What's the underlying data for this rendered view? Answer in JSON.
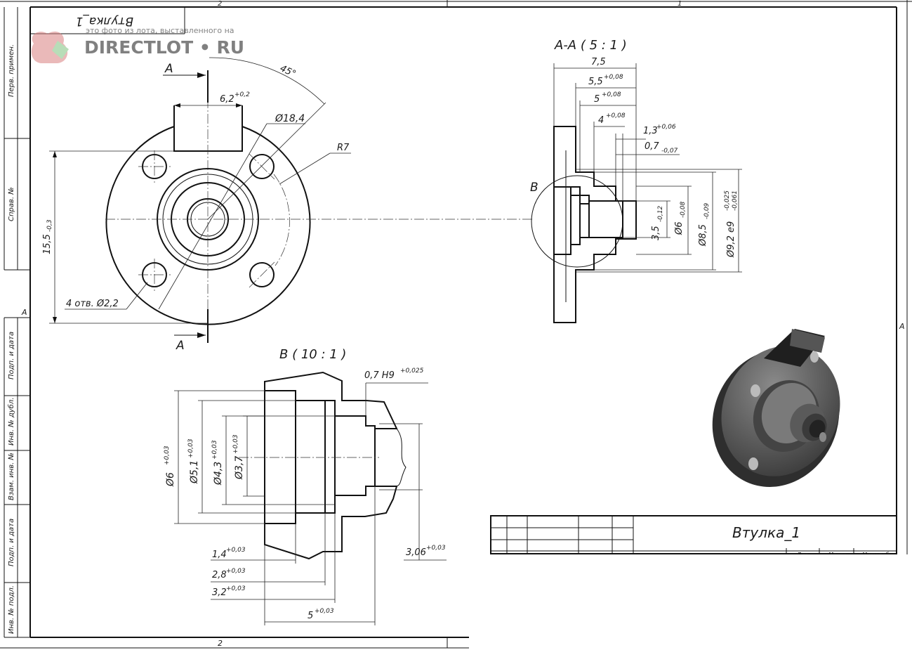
{
  "watermark": {
    "caption": "это фото из лота, выставленного на",
    "brand": "DIRECTLOT • RU"
  },
  "sheet": {
    "title_mirrored": "Втулка_1",
    "part_name": "Втулка_1",
    "zone_top_left": "2",
    "zone_top_right": "1",
    "zone_bottom": "2",
    "zone_left": "A",
    "zone_right": "A",
    "stamp_fragments": [
      "Лит",
      "Масса",
      "Масштаб"
    ]
  },
  "side_strip": [
    "Перв. примен.",
    "Справ. №",
    "Подп. и дата",
    "Инв. № дубл.",
    "Взам. инв. №",
    "Подп. и дата",
    "Инв. № подл."
  ],
  "front_view": {
    "section_mark_top": "A",
    "section_mark_bottom": "A",
    "width_dim": "6,2",
    "width_tol": "+0,2",
    "angle": "45°",
    "pcd": "Ø18,4",
    "radius": "R7",
    "height_dim": "15,5",
    "height_tol": "-0,3",
    "holes_note": "4 отв. Ø2,2"
  },
  "section_aa": {
    "title": "А-А ( 5 : 1 )",
    "d_total": "7,5",
    "d1": "5,5",
    "d1_tol": "+0,08",
    "d2": "5",
    "d2_tol": "+0,08",
    "d3": "4",
    "d3_tol": "+0,08",
    "d4": "1,3",
    "d4_tol": "+0,06",
    "d5": "0,7",
    "d5_tol": "-0,07",
    "detail_mark": "В",
    "dia1": "3,5",
    "dia1_tol": "-0,12",
    "dia2": "Ø6",
    "dia2_tol": "-0,08",
    "dia3": "Ø8,5",
    "dia3_tol": "-0,09",
    "dia4": "Ø9,2 е9",
    "dia4_tol_a": "-0,025",
    "dia4_tol_b": "-0,061"
  },
  "detail_b": {
    "title": "В ( 10 : 1 )",
    "groove": "0,7 Н9",
    "groove_tol": "+0,025",
    "dia_a": "Ø6",
    "dia_a_tol": "+0,03",
    "dia_b": "Ø5,1",
    "dia_b_tol": "+0,03",
    "dia_c": "Ø4,3",
    "dia_c_tol": "+0,03",
    "dia_d": "Ø3,7",
    "dia_d_tol": "+0,03",
    "len_a": "1,4",
    "len_a_tol": "+0,03",
    "len_b": "2,8",
    "len_b_tol": "+0,03",
    "len_c": "3,2",
    "len_c_tol": "+0,03",
    "len_d": "5",
    "len_d_tol": "+0,03",
    "right_dia": "3,06",
    "right_dia_tol": "+0,03"
  },
  "colors": {
    "ink": "#111111",
    "paper": "#ffffff",
    "model_dark": "#3a3a3a",
    "model_mid": "#6b6b6b",
    "model_light": "#9a9a9a"
  }
}
